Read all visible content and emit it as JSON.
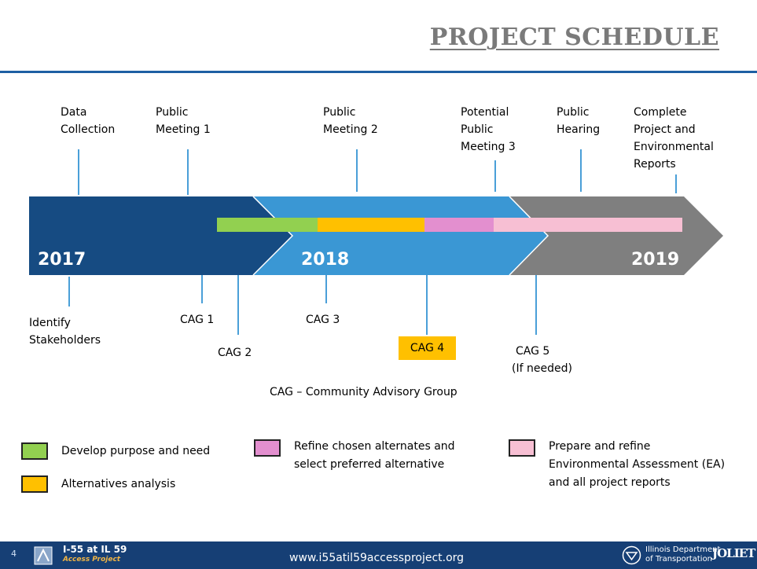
{
  "title": "PROJECT SCHEDULE",
  "years": [
    "2017",
    "2018",
    "2019"
  ],
  "milestones_above": [
    {
      "label": "Data Collection"
    },
    {
      "label": "Public Meeting 1"
    },
    {
      "label": "Public Meeting 2"
    },
    {
      "label": "Potential Public Meeting 3"
    },
    {
      "label": "Public Hearing"
    },
    {
      "label": "Complete Project and Environmental Reports"
    }
  ],
  "milestones_below": [
    {
      "label": "Identify Stakeholders"
    },
    {
      "label": "CAG 1"
    },
    {
      "label": "CAG 2"
    },
    {
      "label": "CAG 3"
    },
    {
      "label": "CAG 4"
    },
    {
      "label": "CAG 5"
    },
    {
      "label": "(If needed)"
    }
  ],
  "cag_definition": "CAG – Community Advisory Group",
  "legend": [
    {
      "label": "Develop purpose and need",
      "color": "#92d050"
    },
    {
      "label": "Alternatives analysis",
      "color": "#ffc000"
    },
    {
      "label": "Refine chosen alternates and select preferred alternative",
      "color": "#e38fcf"
    },
    {
      "label": "Prepare and refine Environmental Assessment (EA) and all project reports",
      "color": "#f7bfd3"
    }
  ],
  "colors": {
    "bar_2017": "#164b82",
    "bar_2018": "#3a97d4",
    "bar_2019": "#7f7f7f",
    "tick": "#4a9fd8",
    "footer": "#163f75",
    "title_rule": "#1e5fa3"
  },
  "footer": {
    "page_number": "4",
    "project_name": "I-55 at IL 59",
    "project_subtitle": "Access Project",
    "url": "www.i55atil59accessproject.org",
    "idot_line1": "Illinois Department",
    "idot_line2": "of Transportation",
    "city_logo": "JOLIET"
  }
}
